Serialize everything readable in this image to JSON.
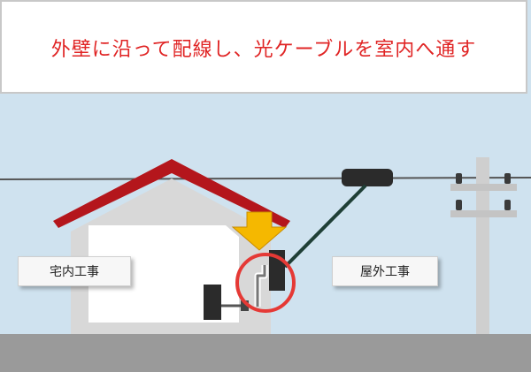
{
  "title": "外壁に沿って配線し、光ケーブルを室内へ通す",
  "labels": {
    "indoor_work": "宅内工事",
    "outdoor_work": "屋外工事"
  },
  "colors": {
    "title_text": "#e02424",
    "sky": "#cfe2ef",
    "roof": "#b4161c",
    "wall": "#d8d8d8",
    "ground": "#9a9a9a",
    "cable": "#1f3f36",
    "arrow": "#f5b800",
    "highlight_circle": "#e53935"
  },
  "icons": {
    "arrow": "down-arrow-icon",
    "highlight": "circle-highlight-icon"
  }
}
